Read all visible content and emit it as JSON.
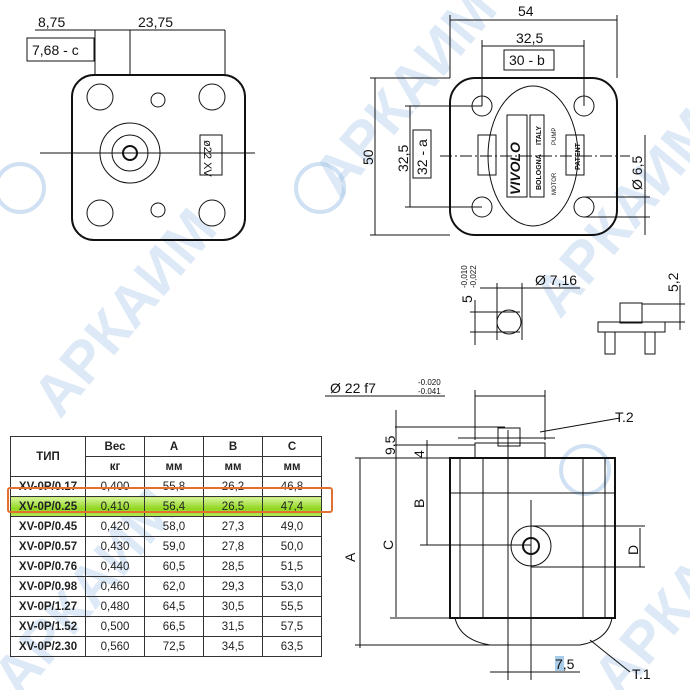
{
  "watermark": "АРКАИМ",
  "top_left_view": {
    "dim_left": "8,75",
    "dim_right": "23,75",
    "box_label": "7,68 - c",
    "marking": "ø22 XV"
  },
  "top_right_view": {
    "dim_width": "54",
    "dim_holes_h": "32,5",
    "box_h": "30 - b",
    "dim_height": "50",
    "dim_holes_v": "32,5",
    "box_v": "32 - a",
    "dim_hole_dia": "Ø 6,5",
    "brand": "VIVOLO",
    "labels": [
      "BOLOGNA",
      "ITALY",
      "PUMP",
      "MOTOR",
      "PATENT"
    ]
  },
  "pin_detail": {
    "dim_len": "5",
    "tol_upper": "-0,010",
    "tol_lower": "-0,022",
    "dim_dia": "Ø 7,16"
  },
  "section_detail": {
    "dim": "5,2"
  },
  "side_view": {
    "shaft": "Ø 22 f7",
    "tol_upper": "-0.020",
    "tol_lower": "-0.041",
    "dim_9_5": "9,5",
    "dim_4": "4",
    "B": "B",
    "C": "C",
    "A": "A",
    "D": "D",
    "dim_7_5": "7,5",
    "T2": "T.2",
    "T1": "T.1"
  },
  "table": {
    "headers": [
      "ТИП",
      "Вес",
      "A",
      "B",
      "C"
    ],
    "units": [
      "кг",
      "мм",
      "мм",
      "мм"
    ],
    "rows": [
      [
        "XV-0P/0.17",
        "0,400",
        "55,8",
        "26,2",
        "46,8"
      ],
      [
        "XV-0P/0.25",
        "0,410",
        "56,4",
        "26,5",
        "47,4"
      ],
      [
        "XV-0P/0.45",
        "0,420",
        "58,0",
        "27,3",
        "49,0"
      ],
      [
        "XV-0P/0.57",
        "0,430",
        "59,0",
        "27,8",
        "50,0"
      ],
      [
        "XV-0P/0.76",
        "0,440",
        "60,5",
        "28,5",
        "51,5"
      ],
      [
        "XV-0P/0.98",
        "0,460",
        "62,0",
        "29,3",
        "53,0"
      ],
      [
        "XV-0P/1.27",
        "0,480",
        "64,5",
        "30,5",
        "55,5"
      ],
      [
        "XV-0P/1.52",
        "0,500",
        "66,5",
        "31,5",
        "57,5"
      ],
      [
        "XV-0P/2.30",
        "0,560",
        "72,5",
        "34,5",
        "63,5"
      ]
    ],
    "highlight_row": 1,
    "highlight_color": "#8fd61e",
    "highlight_border": "#e2712f"
  }
}
